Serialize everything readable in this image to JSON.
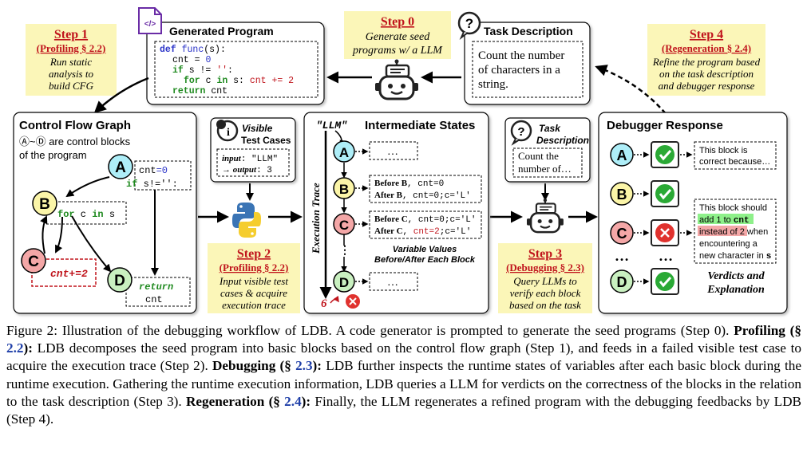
{
  "step0": {
    "title": "Step 0",
    "line1": "Generate seed",
    "line2": "programs  w/ a LLM"
  },
  "step1": {
    "title": "Step 1",
    "sub": "(Profiling § 2.2)",
    "line1": "Run static",
    "line2": "analysis to",
    "line3": "build CFG"
  },
  "step2": {
    "title": "Step 2",
    "sub": "(Profiling § 2.2)",
    "line1": "Input visible test",
    "line2": "cases & acquire",
    "line3": "execution trace"
  },
  "step3": {
    "title": "Step 3",
    "sub": "(Debugging § 2.3)",
    "line1": "Query LLMs to",
    "line2": "verify each block",
    "line3": "based on the task"
  },
  "step4": {
    "title": "Step 4",
    "sub": "(Regeneration § 2.4)",
    "line1": "Refine the program based",
    "line2": "on the task description",
    "line3": "and debugger response"
  },
  "generated_program": {
    "title": "Generated Program",
    "code": {
      "l1_kw": "def",
      "l1_fn": "func",
      "l1_rest": "(s):",
      "l2_var": "cnt",
      "l2_eq": " = ",
      "l2_num": "0",
      "l3_kw": "if",
      "l3_mid": " s != ",
      "l3_str": "''",
      "l3_end": ":",
      "l4_kw1": "for",
      "l4_mid": " c ",
      "l4_kw2": "in",
      "l4_s": " s: ",
      "l4_red": "cnt += 2",
      "l5_kw": "return",
      "l5_rest": " cnt"
    }
  },
  "task": {
    "title": "Task Description",
    "line1": "Count the number",
    "line2": "of characters in a",
    "line3": "string."
  },
  "cfg": {
    "title": "Control Flow Graph",
    "desc1": "Ⓐ~Ⓓ are control blocks",
    "desc2": "of the program",
    "A": "A",
    "B": "B",
    "C": "C",
    "D": "D",
    "a_l1_var": "cnt",
    "a_l1_num": "=0",
    "a_l2_kw": "if",
    "a_l2_rest": " s!='':",
    "b_kw1": "for",
    "b_mid": " c ",
    "b_kw2": "in",
    "b_s": " s",
    "c_code": "cnt+=2",
    "d_kw": "return",
    "d_rest": "cnt"
  },
  "visible_tests": {
    "title1": "Visible",
    "title2": "Test Cases",
    "input_label": "input",
    "input_value": ": \"LLM\"",
    "output_label": "→ output",
    "output_value": ":  3"
  },
  "intermediate": {
    "title": "Intermediate States",
    "llm_label": "\"LLM\"",
    "trace_label": "Execution Trace",
    "A": "A",
    "B": "B",
    "C": "C",
    "D": "D",
    "dots": "…",
    "b_before_label": "Before B",
    "b_before_val": ", cnt=0",
    "b_after_label": "After B",
    "b_after_val": ", cnt=0;c='L'",
    "c_before_label": "Before C",
    "c_before_val": ", cnt=0;c='L'",
    "c_after_label": "After C",
    "c_after_red": "cnt=2",
    "c_after_val": ";c='L'",
    "note1": "Variable Values",
    "note2": "Before/After Each Block",
    "result": "6"
  },
  "task_small": {
    "title1": "Task",
    "title2": "Description",
    "line1": "Count the",
    "line2": "number of…"
  },
  "debugger": {
    "title": "Debugger Response",
    "A": "A",
    "B": "B",
    "C": "C",
    "D": "D",
    "a_l1": "This block is",
    "a_l2": "correct because…",
    "c_l1": "This block should",
    "c_l2_pre": "add 1 to ",
    "c_l2_code": "cnt",
    "c_l3": "instead of 2",
    "c_l3_post": " when",
    "c_l4": "encountering a",
    "c_l5_pre": "new character in ",
    "c_l5_code": "s",
    "verdict1": "Verdicts and",
    "verdict2": "Explanation"
  },
  "caption": {
    "p1": "Figure 2:  Illustration of the debugging workflow of LDB. A code generator is prompted to generate the seed programs (Step 0). ",
    "b1": "Profiling (§ ",
    "r1": "2.2",
    "b1e": "):",
    "p2": " LDB decomposes the seed program into basic blocks based on the control flow graph (Step 1), and feeds in a failed visible test case to acquire the execution trace (Step 2). ",
    "b2": "Debugging (§ ",
    "r2": "2.3",
    "b2e": "):",
    "p3": " LDB further inspects the runtime states of variables after each basic block during the runtime execution. Gathering the runtime execution information, LDB queries a LLM for verdicts on the correctness of the blocks in the relation to the task description (Step 3). ",
    "b3": "Regeneration (§ ",
    "r3": "2.4",
    "b3e": "):",
    "p4": " Finally, the LLM regenerates a refined program with the debugging feedbacks by LDB (Step 4)."
  },
  "colors": {
    "node_a": "#aeeef8",
    "node_b": "#fbf5a8",
    "node_c": "#f4a7a7",
    "node_d": "#c9f0c0",
    "callout": "#fbf6b8",
    "step_red": "#c0141c",
    "keyword": "#2a33c8",
    "green": "#1f8a1f",
    "check": "#2aa935",
    "cross": "#e0322e"
  },
  "icons": [
    "code-file-icon",
    "robot-icon",
    "question-bubble-icon",
    "info-bubble-icon",
    "python-logo-icon",
    "check-icon",
    "cross-icon"
  ]
}
